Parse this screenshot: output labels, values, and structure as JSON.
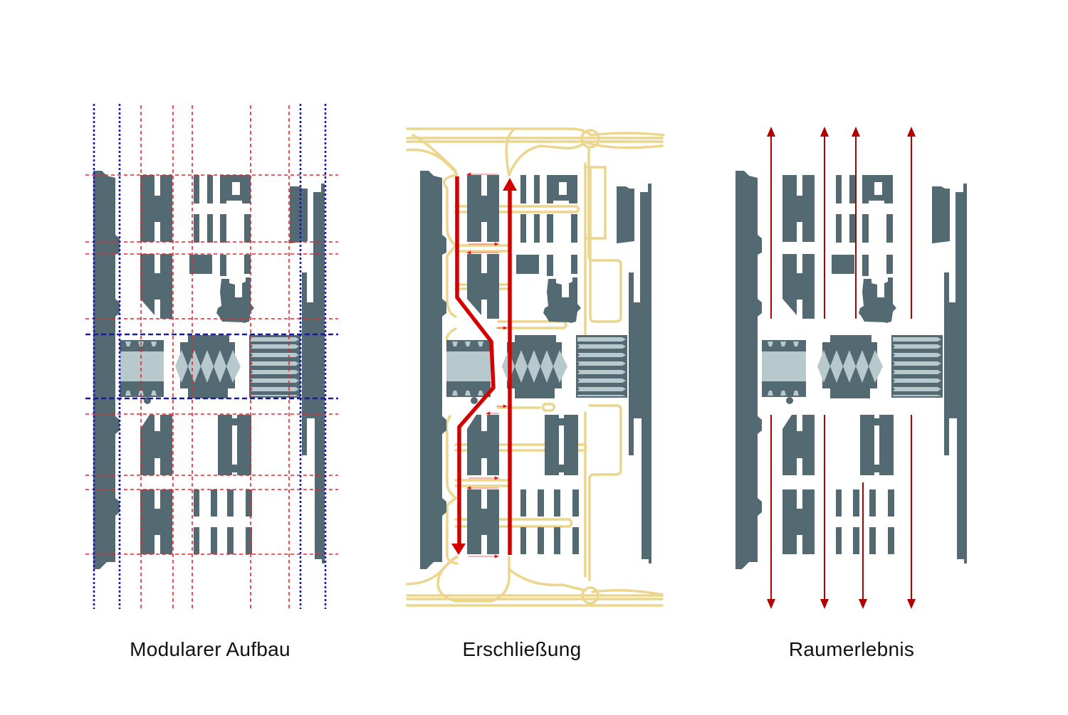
{
  "panels": [
    {
      "id": "modular",
      "caption": "Modularer Aufbau",
      "overlay": "grid-lines"
    },
    {
      "id": "access",
      "caption": "Erschließung",
      "overlay": "circulation-paths"
    },
    {
      "id": "spatial",
      "caption": "Raumerlebnis",
      "overlay": "view-axes"
    }
  ],
  "colors": {
    "building": "#546a72",
    "building_light": "#b8c9ce",
    "grid_major": "#1a1aa0",
    "grid_minor": "#e8252a",
    "roads": "#ecd58c",
    "route": "#d40000",
    "axis_arrow": "#b00000",
    "caption_text": "#111111"
  }
}
